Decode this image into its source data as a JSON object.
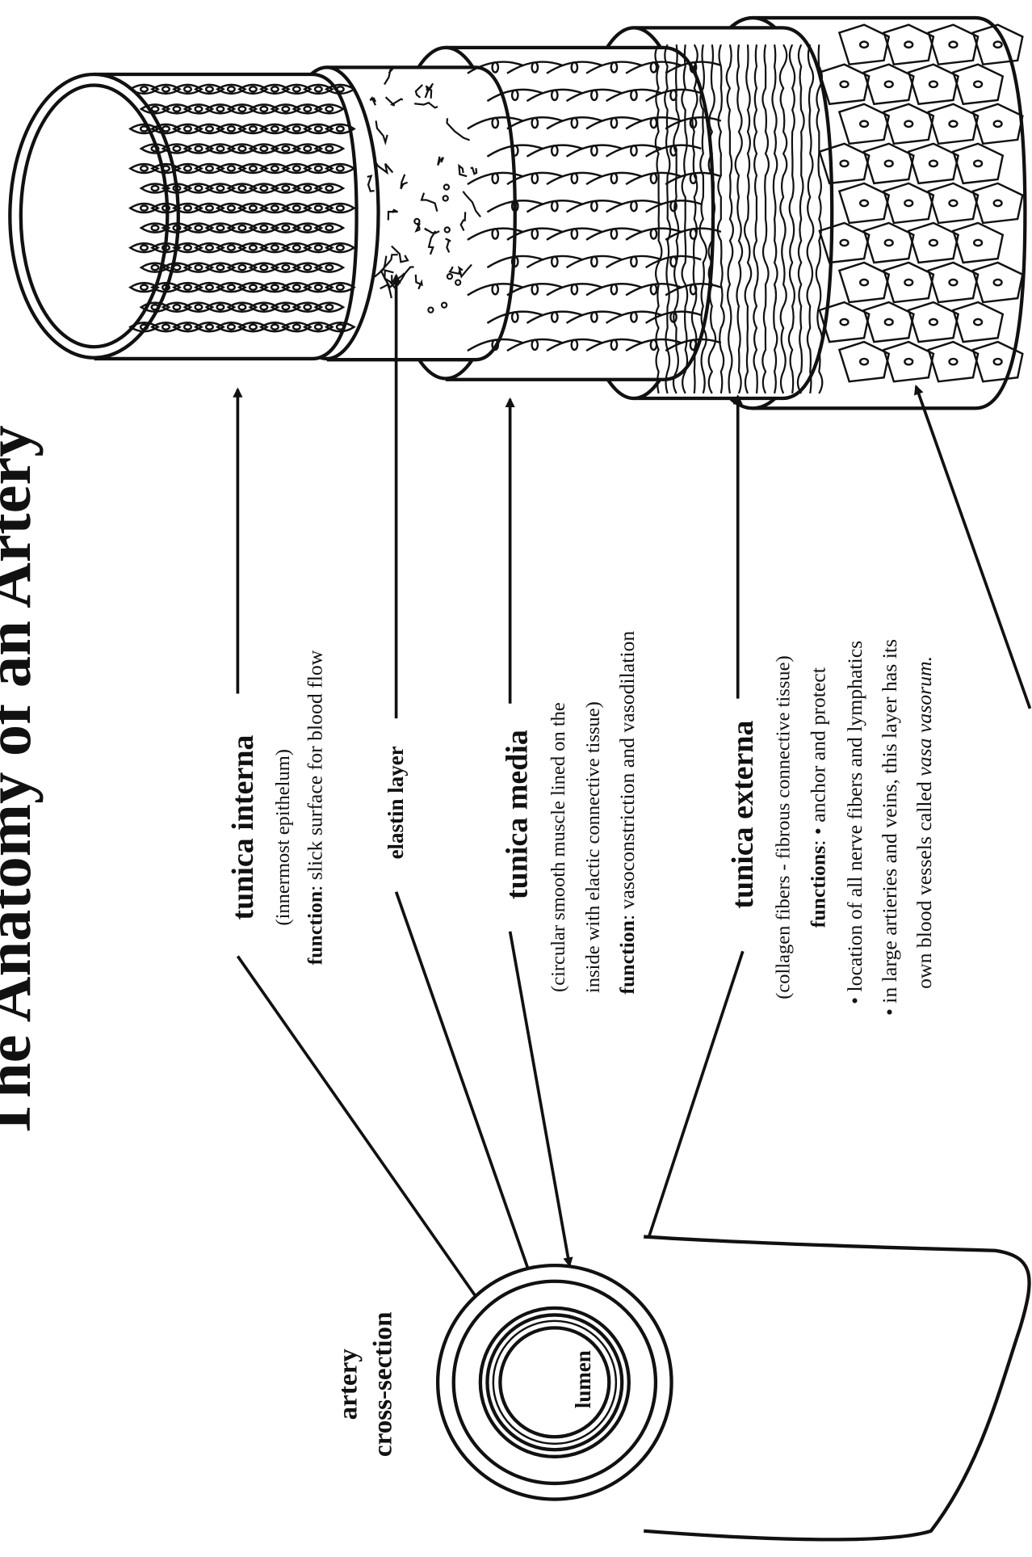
{
  "title": "The Anatomy of an Artery",
  "layers": {
    "interna": {
      "name": "tunica interna",
      "desc": "(innermost epithelum)",
      "function_label": "function",
      "function_text": ": slick surface for blood flow"
    },
    "elastin": {
      "name": "elastin layer"
    },
    "media": {
      "name": "tunica media",
      "desc1": "(circular smooth muscle lined on the",
      "desc2": "inside with elactic connective tissue)",
      "function_label": "function",
      "function_text": ": vasoconstriction and vasodilation"
    },
    "externa": {
      "name": "tunica externa",
      "desc": "(collagen fibers - fibrous connective tissue)",
      "functions_label": "functions",
      "functions_first": ": • anchor and protect",
      "bullet1": "• location of all nerve fibers and lymphatics",
      "bullet2": "• in large artieries and veins, this layer has its",
      "bullet3_prefix": "own blood vessels called ",
      "bullet3_italic": "vasa vasorum."
    }
  },
  "cross_section": {
    "label_line1": "artery",
    "label_line2": "cross-section",
    "lumen": "lumen"
  },
  "colors": {
    "ink": "#111111",
    "background": "#ffffff"
  }
}
